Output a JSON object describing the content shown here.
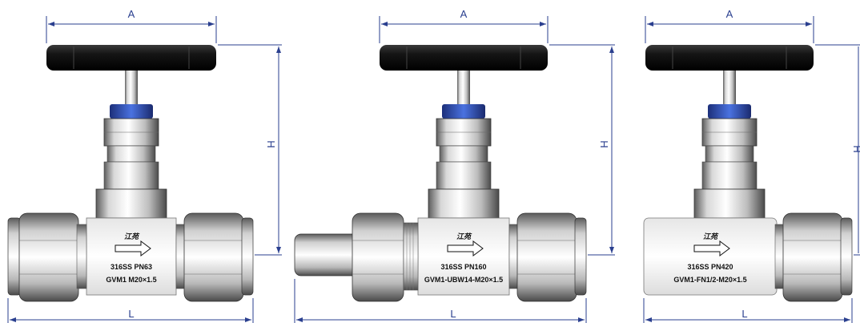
{
  "valves": [
    {
      "dimensions": {
        "width": "A",
        "height": "H",
        "length": "L"
      },
      "brand": "江苑",
      "material": "316SS PN63",
      "model": "GVM1  M20×1.5"
    },
    {
      "dimensions": {
        "width": "A",
        "height": "H",
        "length": "L"
      },
      "brand": "江苑",
      "material": "316SS PN160",
      "model": "GVM1-UBW14-M20×1.5"
    },
    {
      "dimensions": {
        "width": "A",
        "height": "H",
        "length": "L"
      },
      "brand": "江苑",
      "material": "316SS PN420",
      "model": "GVM1-FN1/2-M20×1.5"
    }
  ],
  "colors": {
    "dimension_line": "#2a3f8f",
    "handle": "#151515",
    "seal_ring": "#2f55c8",
    "steel_light": "#f0f0f0",
    "steel_dark": "#5a5a5a"
  }
}
